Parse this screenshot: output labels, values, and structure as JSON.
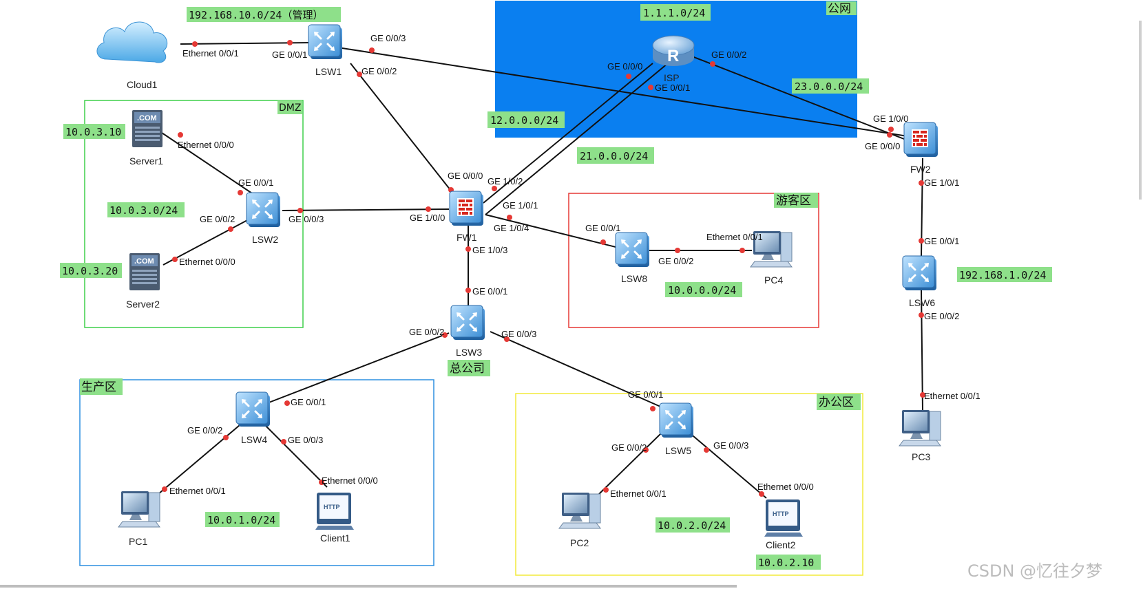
{
  "colors": {
    "label_bg": "#8ee08a",
    "isp_zone": "#0a7ff0",
    "dmz_border": "#3fcf4a",
    "guest_border": "#e53935",
    "prod_border": "#2d8fe0",
    "office_border": "#f2ea3a",
    "link": "#111111",
    "port_dot": "#e53935"
  },
  "zones": {
    "isp": "公网",
    "dmz": "DMZ",
    "guest": "游客区",
    "production": "生产区",
    "office": "办公区",
    "hq": "总公司"
  },
  "subnets": {
    "mgmt": "192.168.10.0/24（管理）",
    "isp_loop": "1.1.1.0/24",
    "fw2_isp": "23.0.0.0/24",
    "fw1_isp_a": "12.0.0.0/24",
    "fw1_isp_b": "21.0.0.0/24",
    "dmz_net": "10.0.3.0/24",
    "server1_ip": "10.0.3.10",
    "server2_ip": "10.0.3.20",
    "guest_net": "10.0.0.0/24",
    "branch_net": "192.168.1.0/24",
    "prod_net": "10.0.1.0/24",
    "office_net": "10.0.2.0/24",
    "client2_ip": "10.0.2.10"
  },
  "devices": {
    "cloud1": "Cloud1",
    "lsw1": "LSW1",
    "isp": "ISP",
    "server1": "Server1",
    "server2": "Server2",
    "lsw2": "LSW2",
    "fw1": "FW1",
    "fw2": "FW2",
    "lsw8": "LSW8",
    "pc4": "PC4",
    "lsw6": "LSW6",
    "lsw3": "LSW3",
    "lsw4": "LSW4",
    "lsw5": "LSW5",
    "pc1": "PC1",
    "client1": "Client1",
    "pc2": "PC2",
    "client2": "Client2",
    "pc3": "PC3"
  },
  "icon_text": {
    "router": "R",
    "server": ".COM",
    "http": "HTTP"
  },
  "ports": {
    "cloud1_e001": "Ethernet 0/0/1",
    "lsw1_g001": "GE 0/0/1",
    "lsw1_g003": "GE 0/0/3",
    "lsw1_g002": "GE 0/0/2",
    "isp_g000": "GE 0/0/0",
    "isp_g001": "GE 0/0/1",
    "isp_g002": "GE 0/0/2",
    "fw2_g100": "GE 1/0/0",
    "fw2_g000": "GE 0/0/0",
    "fw2_g101": "GE 1/0/1",
    "server1_e000": "Ethernet 0/0/0",
    "lsw2_g001": "GE 0/0/1",
    "lsw2_g002": "GE 0/0/2",
    "lsw2_g003": "GE 0/0/3",
    "server2_e000": "Ethernet 0/0/0",
    "fw1_g000": "GE 0/0/0",
    "fw1_g102": "GE 1/0/2",
    "fw1_g101": "GE 1/0/1",
    "fw1_g100": "GE 1/0/0",
    "fw1_g104": "GE 1/0/4",
    "fw1_g103": "GE 1/0/3",
    "lsw8_g001": "GE 0/0/1",
    "lsw8_g002": "GE 0/0/2",
    "pc4_e001": "Ethernet 0/0/1",
    "lsw6_g001": "GE 0/0/1",
    "lsw6_g002": "GE 0/0/2",
    "pc3_e001": "Ethernet 0/0/1",
    "lsw3_g001": "GE 0/0/1",
    "lsw3_g002": "GE 0/0/2",
    "lsw3_g003": "GE 0/0/3",
    "lsw4_g001": "GE 0/0/1",
    "lsw4_g002": "GE 0/0/2",
    "lsw4_g003": "GE 0/0/3",
    "pc1_e001": "Ethernet 0/0/1",
    "client1_e000": "Ethernet 0/0/0",
    "lsw5_g001": "GE 0/0/1",
    "lsw5_g002": "GE 0/0/2",
    "lsw5_g003": "GE 0/0/3",
    "pc2_e001": "Ethernet 0/0/1",
    "client2_e000": "Ethernet 0/0/0"
  },
  "watermark": "CSDN @忆往夕梦"
}
